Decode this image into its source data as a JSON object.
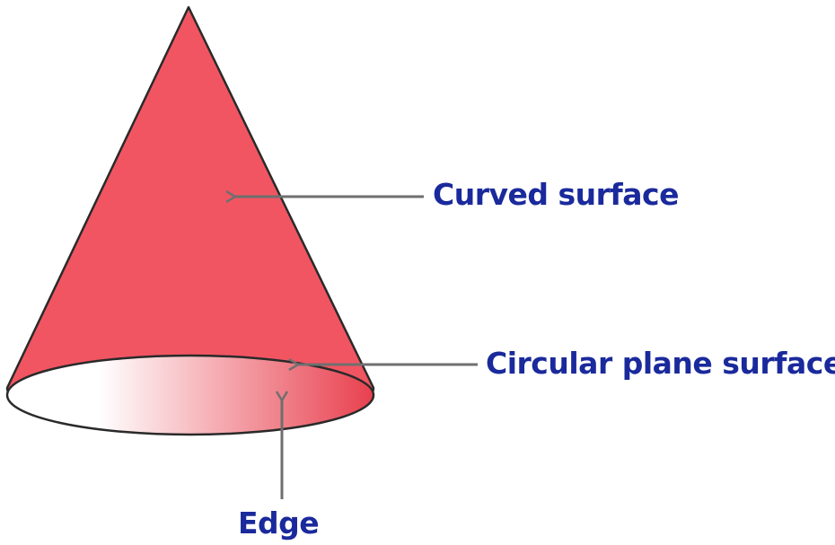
{
  "labels": {
    "curved_surface": "Curved surface",
    "circular_plane_surface": "Circular plane surface",
    "edge": "Edge"
  },
  "colors": {
    "cone_fill": "#f25562",
    "cone_outline": "#2a2a2a",
    "base_gradient_start": "#ffffff",
    "base_gradient_end": "#e8404e",
    "arrow": "#6f6f6f",
    "label_text": "#1a2a9c"
  }
}
